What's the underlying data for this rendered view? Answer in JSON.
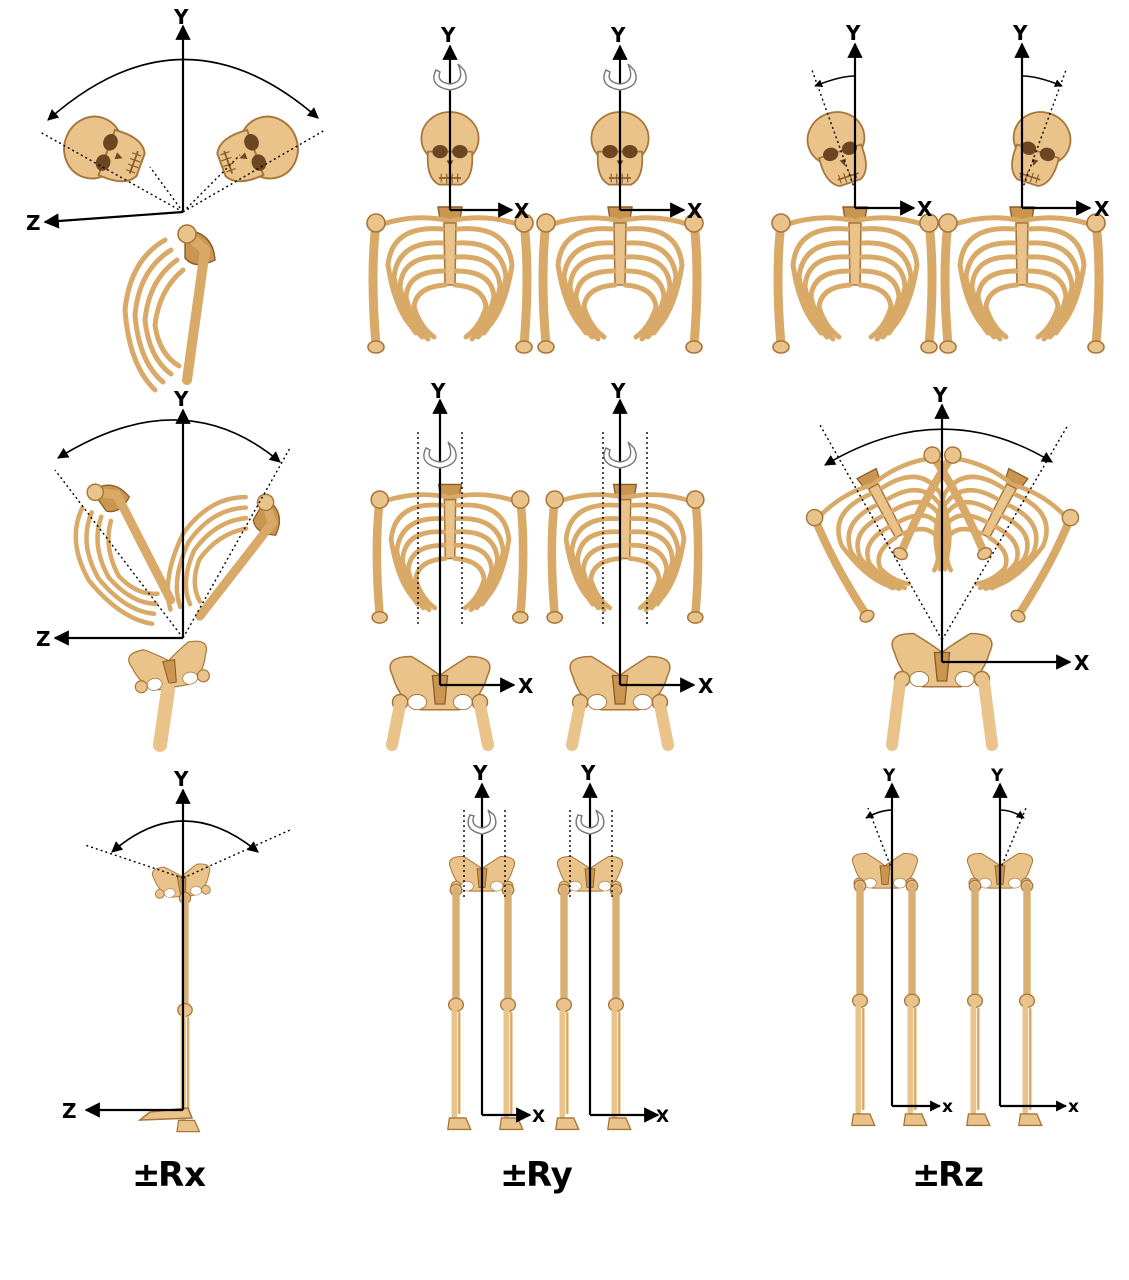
{
  "axes": {
    "y": "Y",
    "x": "X",
    "z": "Z",
    "x_small": "x"
  },
  "captions": {
    "rx": "Rx",
    "ry": "Ry",
    "rz": "Rz",
    "pm": "±"
  },
  "palette": {
    "bone": "#e9c38a",
    "bone_shadow": "#a7763a",
    "axis": "#000000"
  }
}
